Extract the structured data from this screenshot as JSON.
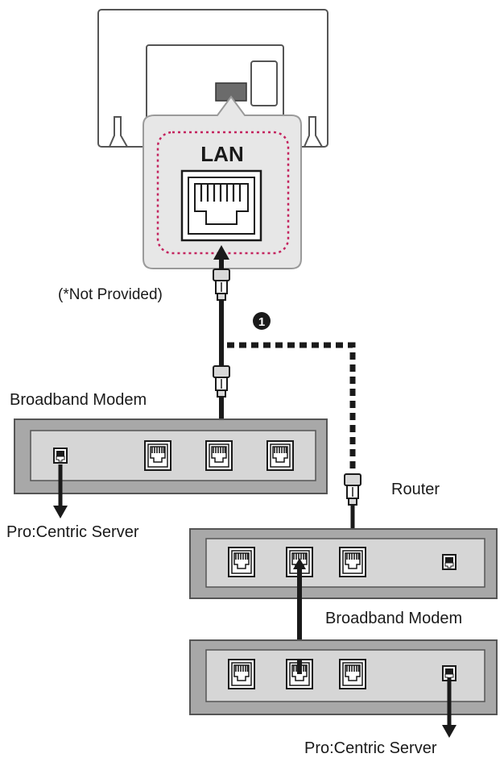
{
  "tv": {
    "port_label": "LAN"
  },
  "cable": {
    "note": "(*Not Provided)",
    "step_number": "1"
  },
  "labels": {
    "modem_top": "Broadband Modem",
    "server_left": "Pro:Centric Server",
    "router": "Router",
    "modem_bottom": "Broadband Modem",
    "server_bottom": "Pro:Centric Server"
  },
  "colors": {
    "device_outer": "#a8a8a8",
    "device_inner": "#d6d6d6",
    "callout_fill": "#e7e7e7",
    "callout_dash": "#c4245f",
    "cable": "#1a1a1a"
  }
}
